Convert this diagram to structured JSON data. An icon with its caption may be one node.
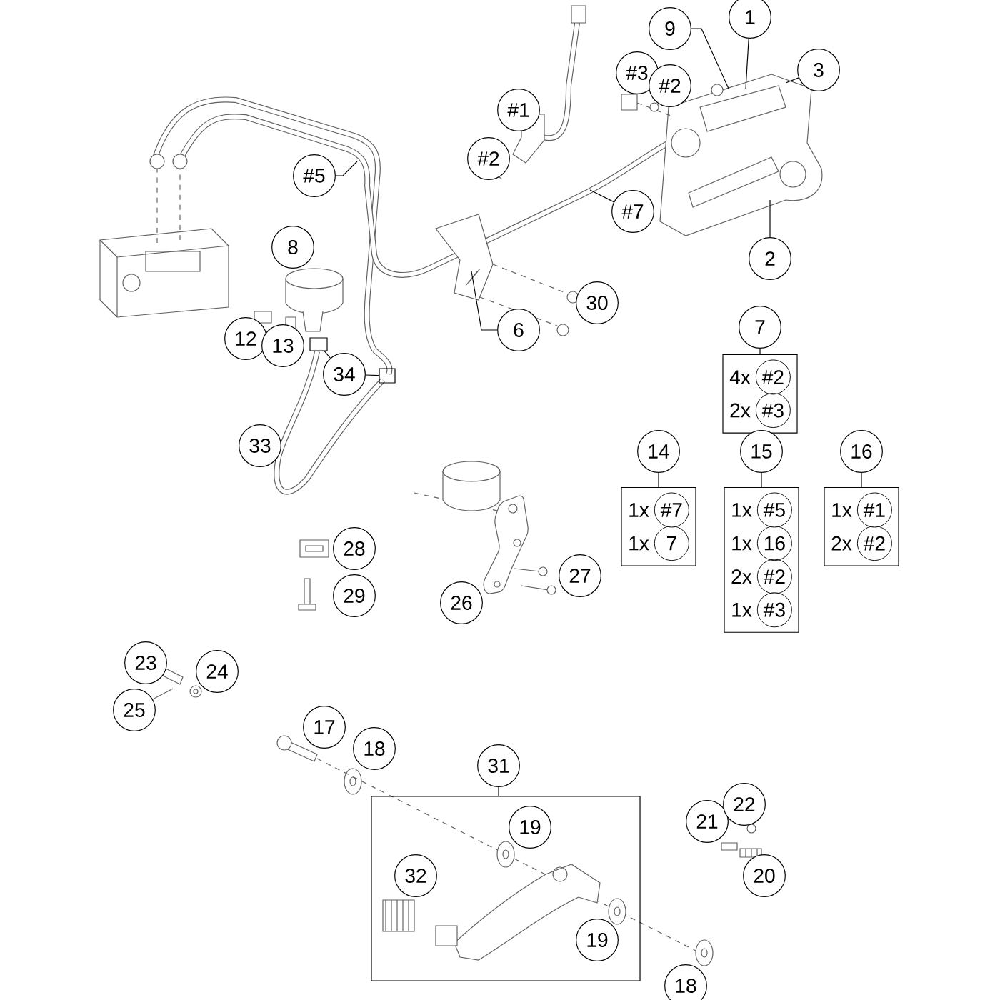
{
  "diagram": {
    "nodes": [
      {
        "text": [
          "9"
        ]
      },
      {
        "text": [
          "1"
        ]
      },
      {
        "text": [
          "3"
        ]
      },
      {
        "text": [
          "#5"
        ]
      },
      {
        "text": [
          "#7"
        ]
      },
      {
        "text": [
          "2"
        ]
      },
      {
        "text": [
          "6"
        ]
      },
      {
        "text": [
          "34"
        ]
      },
      {
        "text": [
          "7"
        ]
      },
      {
        "text": [
          "4x",
          "#2",
          "2x",
          "#3"
        ]
      },
      {
        "text": [
          "14"
        ]
      },
      {
        "text": [
          "1x",
          "#7",
          "1x",
          "7"
        ]
      },
      {
        "text": [
          "15"
        ]
      },
      {
        "text": [
          "1x",
          "#5",
          "1x",
          "16",
          "2x",
          "#2",
          "1x",
          "#3"
        ]
      },
      {
        "text": [
          "16"
        ]
      },
      {
        "text": [
          "1x",
          "#1",
          "2x",
          "#2"
        ]
      },
      {
        "text": [
          "31"
        ]
      },
      {
        "text": [],
        "shape": "box"
      },
      {
        "text": [
          "#3"
        ]
      },
      {
        "text": [
          "#2"
        ]
      },
      {
        "text": [
          "#1"
        ]
      },
      {
        "text": [
          "#2"
        ]
      },
      {
        "text": [
          "8"
        ]
      },
      {
        "text": [
          "30"
        ]
      },
      {
        "text": [
          "12"
        ]
      },
      {
        "text": [
          "13"
        ]
      },
      {
        "text": [
          "33"
        ]
      },
      {
        "text": [
          "28"
        ]
      },
      {
        "text": [
          "29"
        ]
      },
      {
        "text": [
          "27"
        ]
      },
      {
        "text": [
          "26"
        ]
      },
      {
        "text": [
          "23"
        ]
      },
      {
        "text": [
          "24"
        ]
      },
      {
        "text": [
          "25"
        ]
      },
      {
        "text": [
          "17"
        ]
      },
      {
        "text": [
          "18"
        ]
      },
      {
        "text": [
          "21"
        ]
      },
      {
        "text": [
          "22"
        ]
      },
      {
        "text": [
          "19"
        ],
        "in": 17
      },
      {
        "text": [
          "32"
        ],
        "in": 17
      },
      {
        "text": [
          "20"
        ]
      },
      {
        "text": [
          "19"
        ],
        "in": 17
      },
      {
        "text": [
          "18"
        ]
      },
      {
        "text": [],
        "shape": "box"
      },
      {
        "text": [],
        "shape": "box"
      }
    ],
    "edges": [
      {
        "from": 0,
        "to": null,
        "arrow": "none"
      },
      {
        "from": 1,
        "to": null,
        "arrow": "none"
      },
      {
        "from": 2,
        "to": null,
        "arrow": "none"
      },
      {
        "from": 3,
        "to": null,
        "arrow": "none"
      },
      {
        "from": 4,
        "to": null,
        "arrow": "none"
      },
      {
        "from": 5,
        "to": null,
        "arrow": "none"
      },
      {
        "from": 6,
        "to": null,
        "arrow": "none"
      },
      {
        "from": 7,
        "to": 43,
        "arrow": "none"
      },
      {
        "from": 7,
        "to": 44,
        "arrow": "none"
      },
      {
        "from": 8,
        "to": 9,
        "arrow": "none"
      },
      {
        "from": 10,
        "to": 11,
        "arrow": "none"
      },
      {
        "from": 12,
        "to": 13,
        "arrow": "none"
      },
      {
        "from": 14,
        "to": 15,
        "arrow": "none"
      },
      {
        "from": 16,
        "to": 17,
        "arrow": "none"
      }
    ]
  }
}
